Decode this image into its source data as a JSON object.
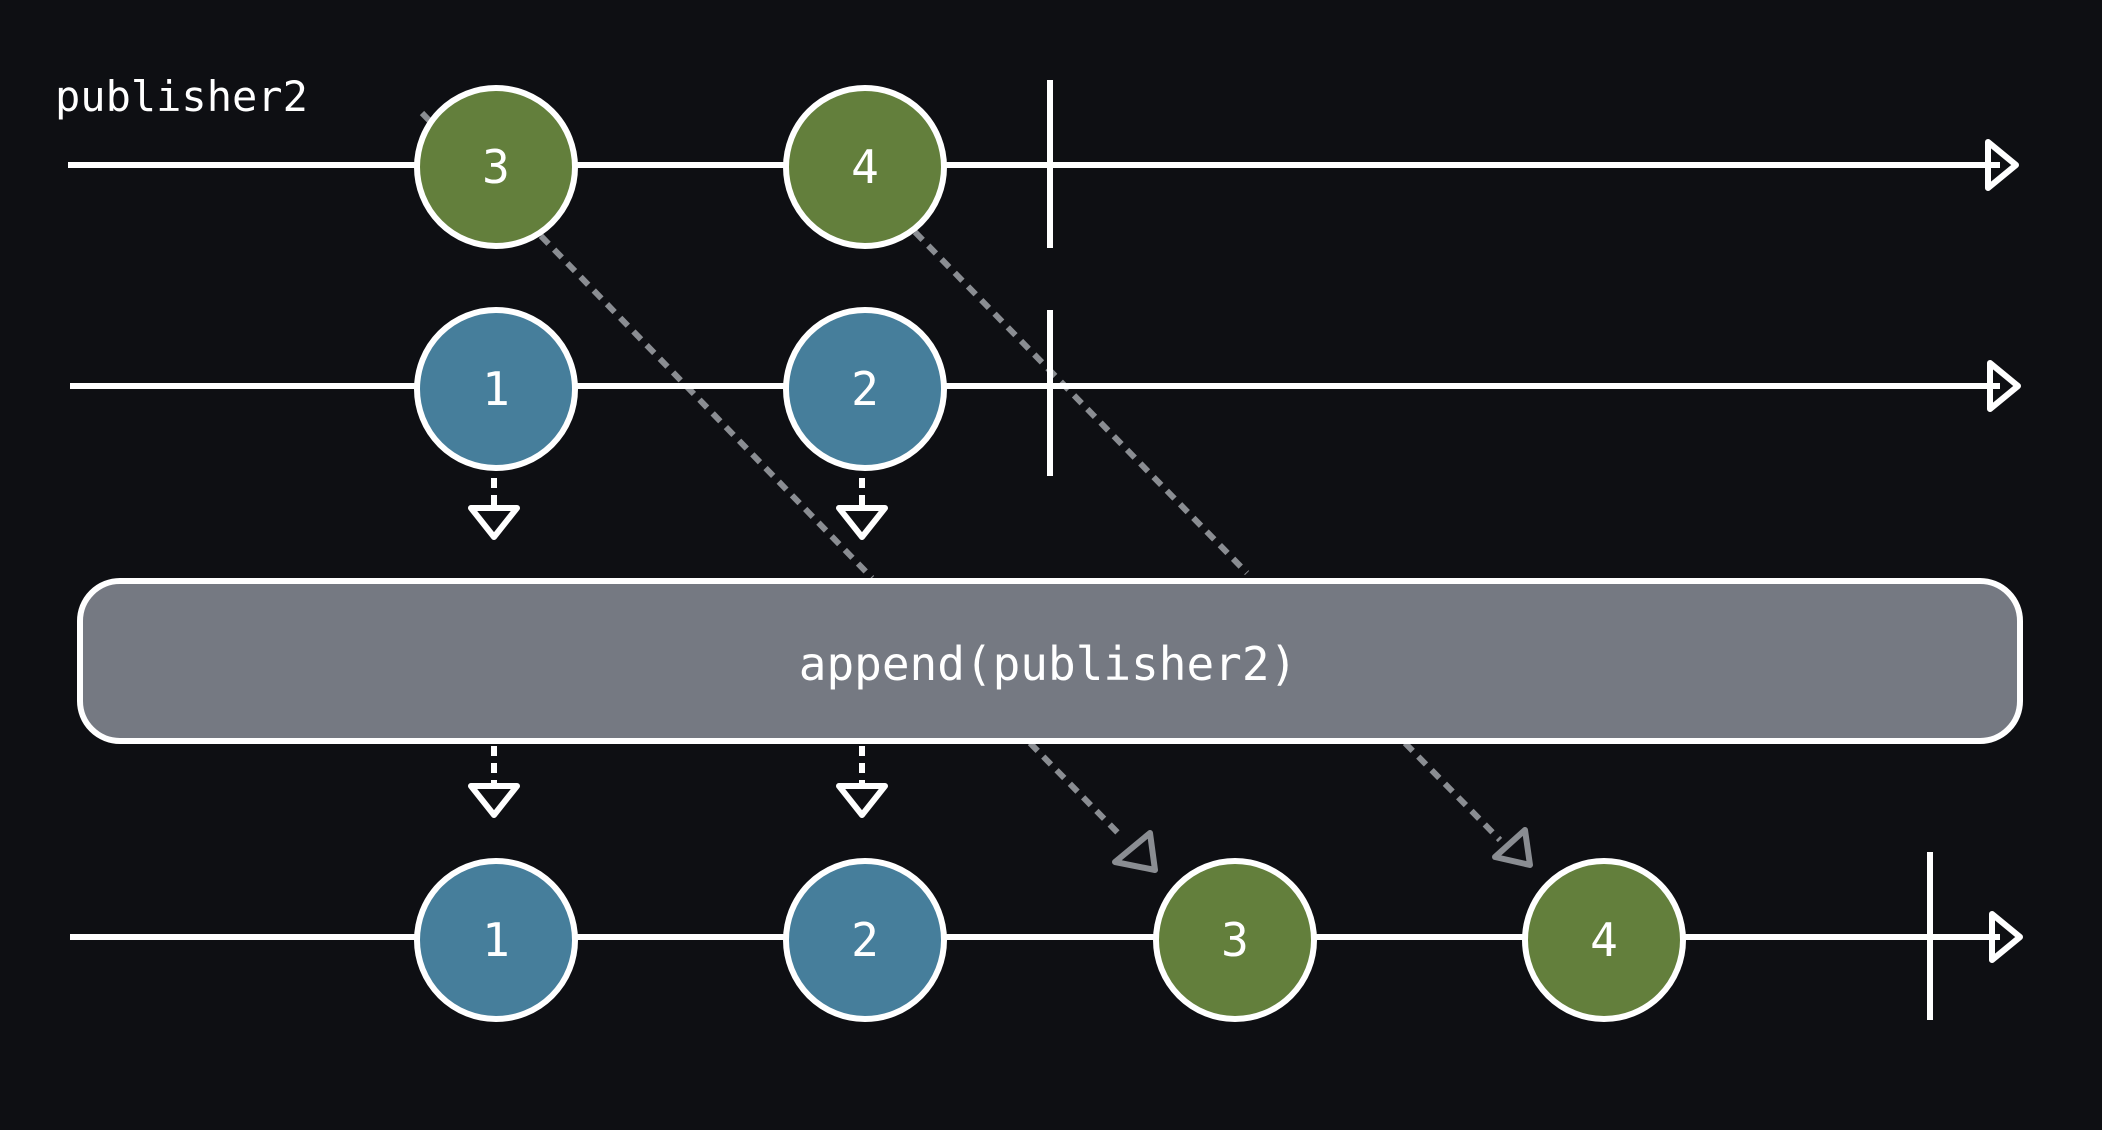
{
  "colors": {
    "background": "#0e0f13",
    "line": "#ffffff",
    "publisher1_marble": "#467e9b",
    "publisher2_marble": "#637f3c",
    "operator_box": "#757982",
    "dashed_gray": "#8a8d92"
  },
  "labels": {
    "top_stream": "publisher2",
    "operator": "append(publisher2)"
  },
  "streams": {
    "publisher2": {
      "marbles": [
        {
          "value": "3"
        },
        {
          "value": "4"
        }
      ],
      "completes": true
    },
    "publisher1": {
      "marbles": [
        {
          "value": "1"
        },
        {
          "value": "2"
        }
      ],
      "completes": true
    },
    "output": {
      "marbles": [
        {
          "value": "1",
          "source": "publisher1"
        },
        {
          "value": "2",
          "source": "publisher1"
        },
        {
          "value": "3",
          "source": "publisher2"
        },
        {
          "value": "4",
          "source": "publisher2"
        }
      ],
      "completes": true
    }
  }
}
